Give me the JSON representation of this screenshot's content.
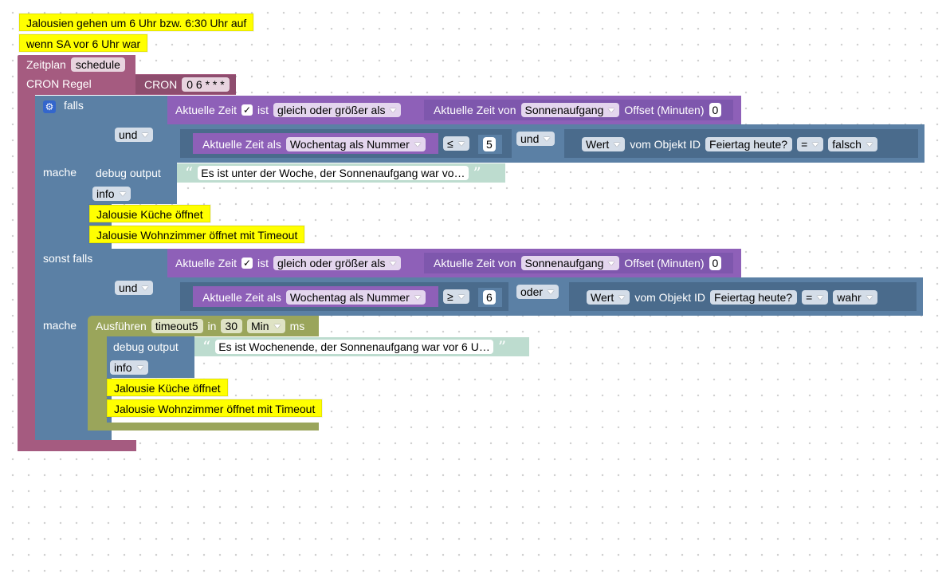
{
  "comments": {
    "c1": "Jalousien gehen um 6 Uhr bzw. 6:30 Uhr auf",
    "c2": "wenn SA vor 6 Uhr war",
    "k1": "Jalousie Küche öffnet",
    "w1": "Jalousie Wohnzimmer öffnet mit Timeout",
    "k2": "Jalousie Küche öffnet",
    "w2": "Jalousie Wohnzimmer öffnet mit Timeout"
  },
  "schedule": {
    "label": "Zeitplan",
    "name": "schedule",
    "cron_label": "CRON Regel",
    "cron_block": "CRON",
    "cron_value": "0 6 * * *"
  },
  "if1": {
    "falls": "falls",
    "und": "und",
    "mache": "mache",
    "time_cmp": {
      "label": "Aktuelle Zeit",
      "ist": "ist",
      "op": "gleich oder größer als"
    },
    "sun": {
      "label": "Aktuelle Zeit von",
      "option": "Sonnenaufgang",
      "offset": "Offset (Minuten)",
      "offset_value": "0"
    },
    "weekday": {
      "label": "Aktuelle Zeit als",
      "option": "Wochentag als Nummer",
      "op": "≤",
      "value": "5"
    },
    "logic2": "und",
    "obj": {
      "wert": "Wert",
      "label": "vom Objekt ID",
      "id": "Feiertag heute?",
      "op": "=",
      "value": "falsch"
    },
    "debug": {
      "label": "debug output",
      "text": "Es ist unter der Woche, der Sonnenaufgang war vo…",
      "level": "info"
    }
  },
  "if2": {
    "falls": "sonst falls",
    "und": "und",
    "mache": "mache",
    "time_cmp": {
      "label": "Aktuelle Zeit",
      "ist": "ist",
      "op": "gleich oder größer als"
    },
    "sun": {
      "label": "Aktuelle Zeit von",
      "option": "Sonnenaufgang",
      "offset": "Offset (Minuten)",
      "offset_value": "0"
    },
    "weekday": {
      "label": "Aktuelle Zeit als",
      "option": "Wochentag als Nummer",
      "op": "≥",
      "value": "6"
    },
    "logic2": "oder",
    "obj": {
      "wert": "Wert",
      "label": "vom Objekt ID",
      "id": "Feiertag heute?",
      "op": "=",
      "value": "wahr"
    },
    "timeout": {
      "label": "Ausführen",
      "name": "timeout5",
      "in": "in",
      "value": "30",
      "unit": "Min",
      "ms": "ms"
    },
    "debug": {
      "label": "debug output",
      "text": "Es ist Wochenende, der Sonnenaufgang war vor 6 U…",
      "level": "info"
    }
  }
}
